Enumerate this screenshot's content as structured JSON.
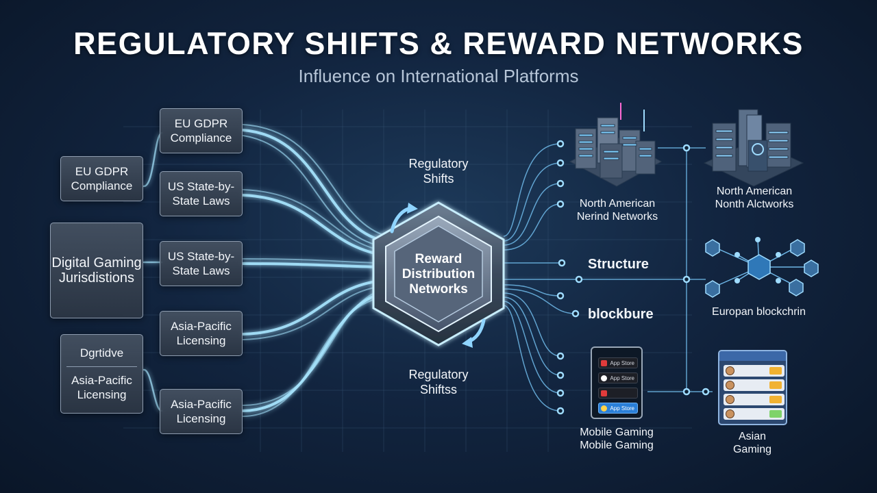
{
  "header": {
    "title": "REGULATORY SHIFTS & REWARD NETWORKS",
    "subtitle": "Influence on International Platforms"
  },
  "left_outer": {
    "box1": "EU GDPR Compliance",
    "box2": "Digital Gaming Jurisdistions",
    "box3_top": "Dgrtidve",
    "box3_bottom": "Asia-Pacific Licensing"
  },
  "left_inner": [
    "EU GDPR Compliance",
    "US State-by-State Laws",
    "US State-by-State Laws",
    "Asia-Pacific Licensing",
    "Asia-Pacific Licensing"
  ],
  "center": {
    "label": "Reward Distribution Networks",
    "top_label": "Regulatory Shifts",
    "bottom_label": "Regulatory Shiftss"
  },
  "right_labels": {
    "na_servers": "North American Nerind Networks",
    "structure": "Structure",
    "blockchain_short": "blockbure",
    "mobile": "Mobile Gaming Mobile Gaming"
  },
  "far_right": {
    "na": "North American Nonth Alctworks",
    "eu": "Europan blockchrin",
    "asia": "Asian Gaming"
  },
  "phone_mockup": {
    "items": [
      "App Store",
      "App Store",
      "",
      "App Store"
    ]
  },
  "colors": {
    "accent_glow": "#9fe4ff",
    "line_blue": "#5fb3e6",
    "box_border": "#8e9db0"
  }
}
